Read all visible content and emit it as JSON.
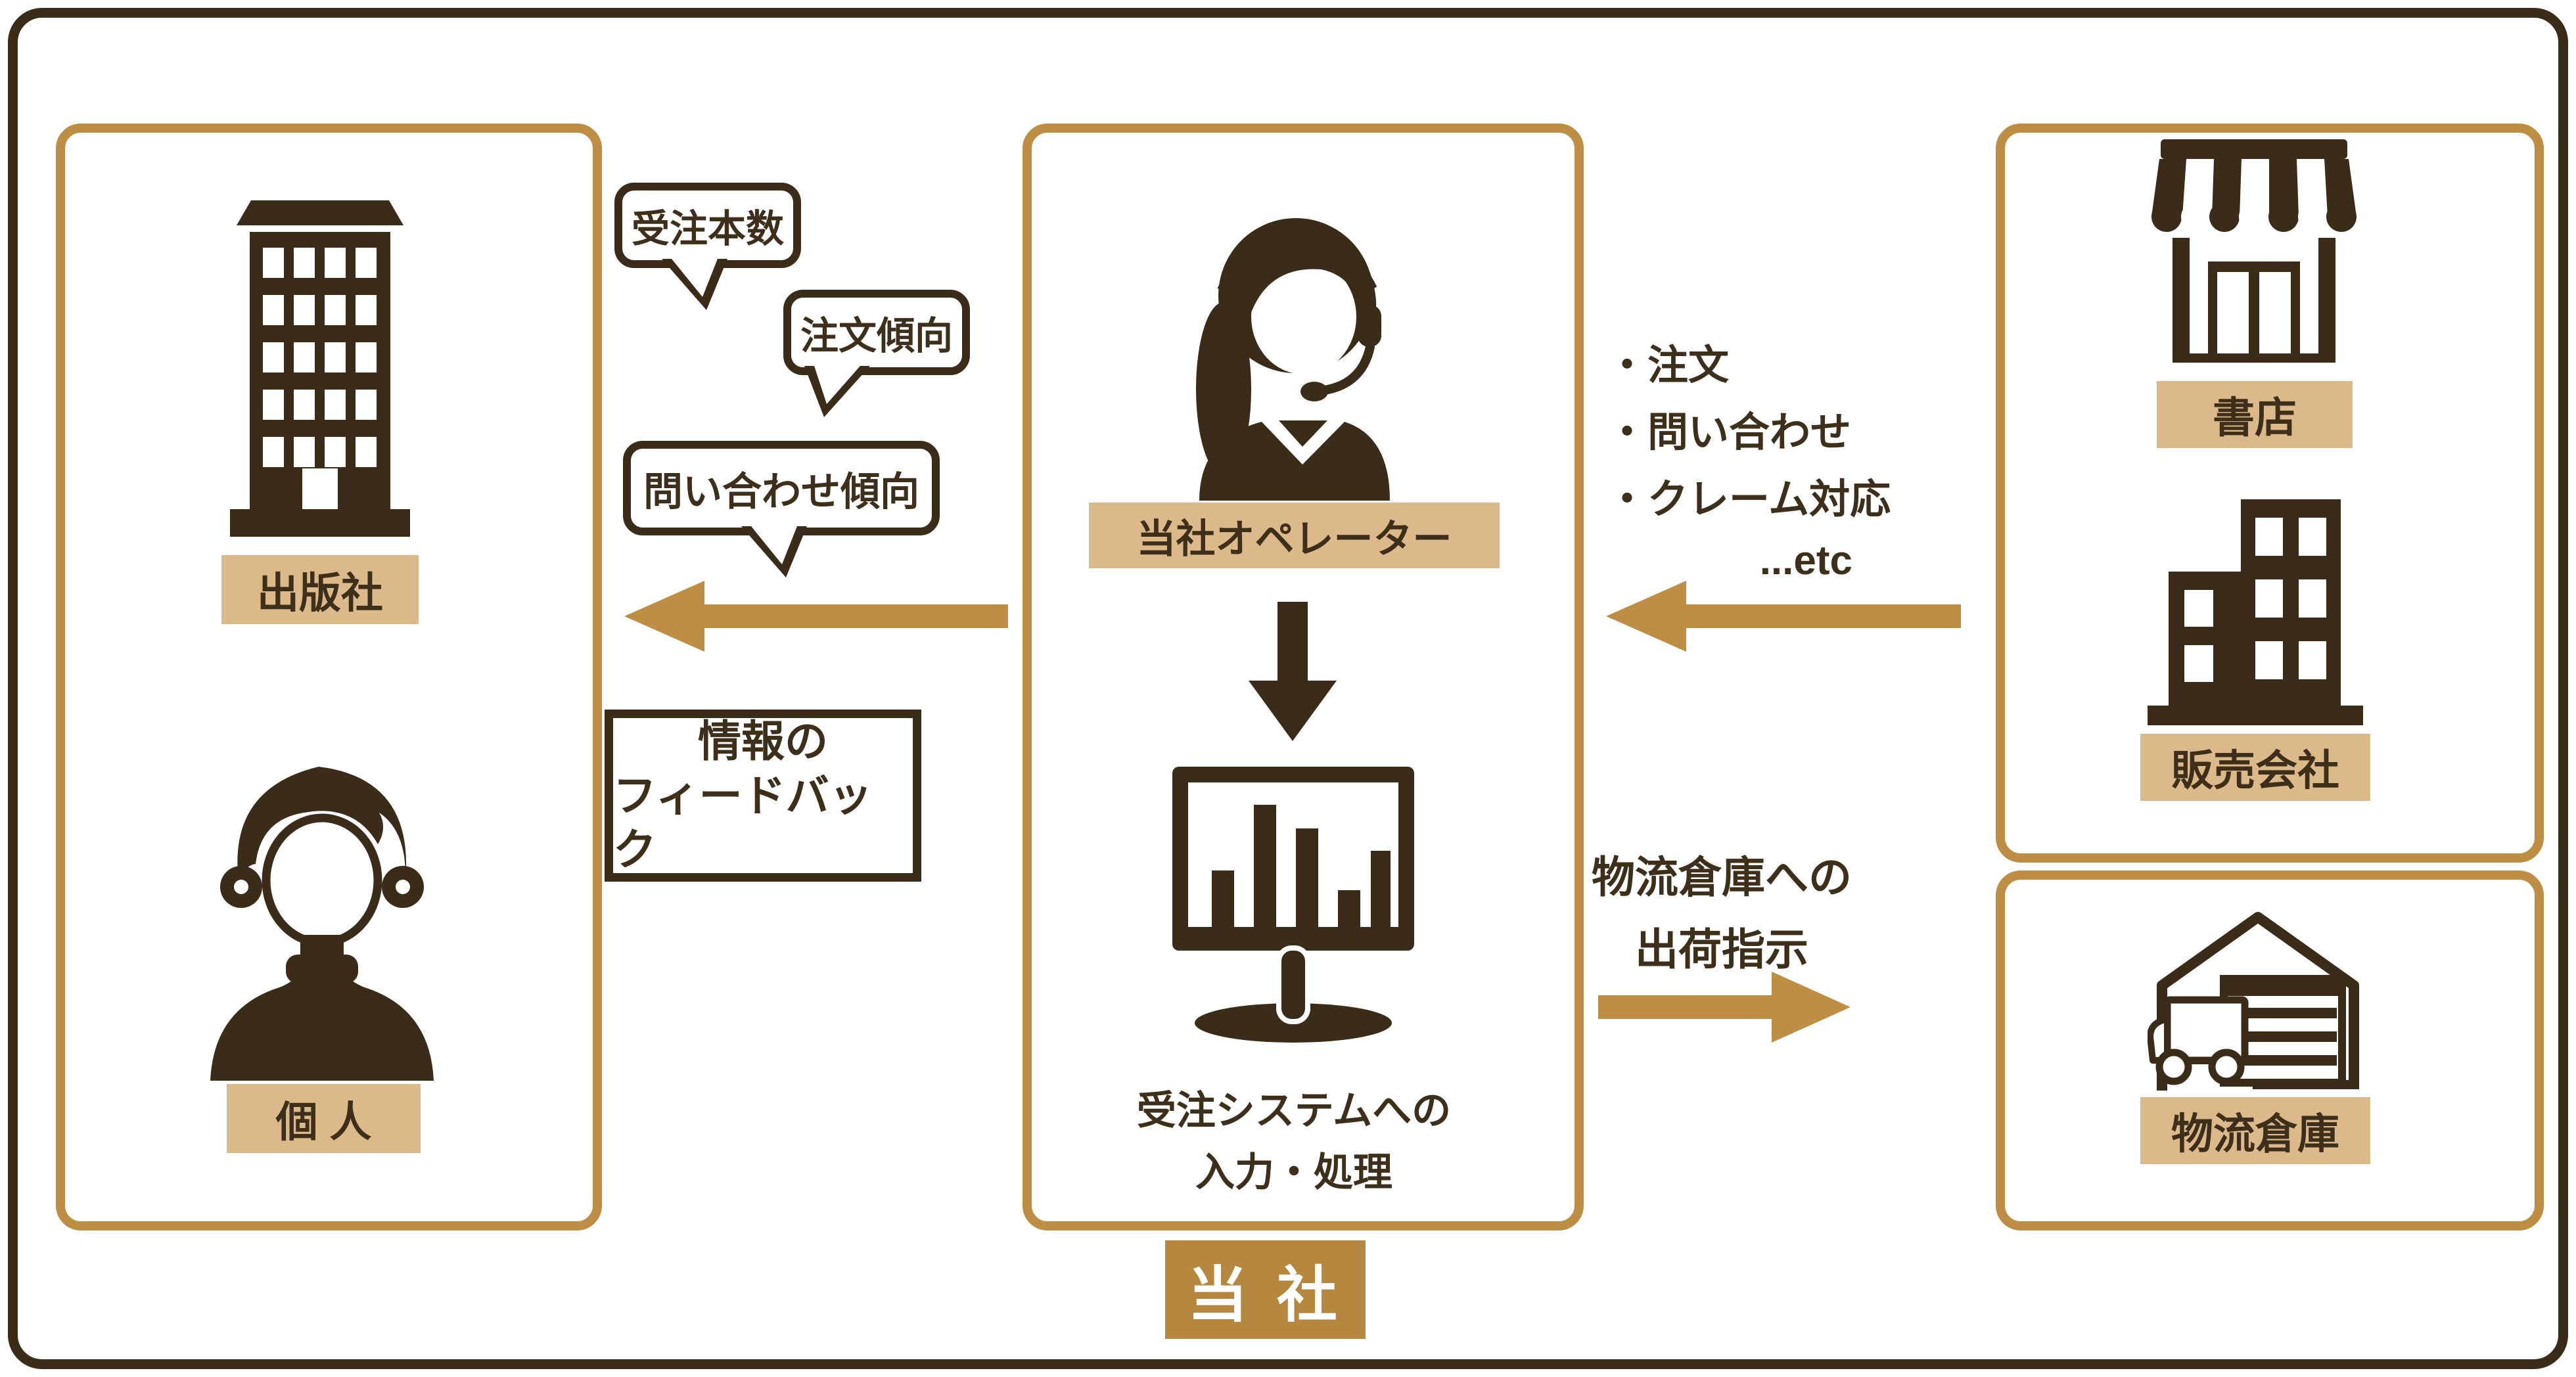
{
  "diagram": {
    "colors": {
      "gold_border": "#bf8e45",
      "tan_label_bg": "#dbb98a",
      "dark_brown": "#3a2c18",
      "company_label_bg": "#b6873e",
      "background": "#ffffff"
    },
    "left_box": {
      "publisher_label": "出版社",
      "individual_label": "個 人"
    },
    "center_box": {
      "operator_label": "当社オペレーター",
      "system_caption_line1": "受注システムへの",
      "system_caption_line2": "入力・処理",
      "company_label": "当 社"
    },
    "right_top_box": {
      "bookstore_label": "書店",
      "sales_company_label": "販売会社"
    },
    "right_bottom_box": {
      "warehouse_label": "物流倉庫"
    },
    "bubbles": [
      "受注本数",
      "注文傾向",
      "問い合わせ傾向"
    ],
    "feedback_box": {
      "line1": "情報の",
      "line2": "フィードバック"
    },
    "incoming_items": [
      "・注文",
      "・問い合わせ",
      "・クレーム対応"
    ],
    "incoming_etc": "...etc",
    "shipping_line1": "物流倉庫への",
    "shipping_line2": "出荷指示",
    "icons": {
      "left_box": [
        "office-building-icon",
        "person-icon"
      ],
      "center_box": [
        "operator-headset-icon",
        "down-arrow-icon",
        "bar-chart-monitor-icon"
      ],
      "right_top_box": [
        "storefront-icon",
        "company-buildings-icon"
      ],
      "right_bottom_box": [
        "warehouse-truck-icon"
      ],
      "arrows": [
        "feedback-arrow-left",
        "incoming-arrow-left",
        "shipping-arrow-right"
      ]
    }
  }
}
